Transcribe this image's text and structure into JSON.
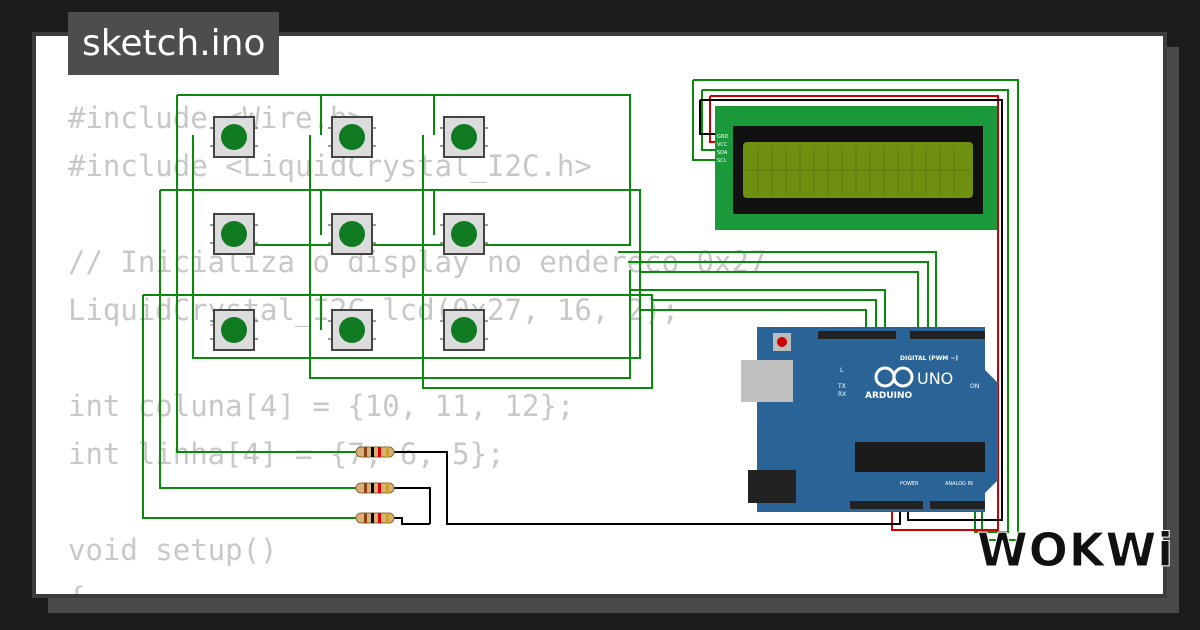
{
  "title": "sketch.ino",
  "code_lines": [
    "#include <Wire.h>",
    "#include <LiquidCrystal_I2C.h>",
    "",
    "// Inicializa o display no endereco 0x27",
    "LiquidCrystal_I2C lcd(0x27, 16, 2);",
    "",
    "int coluna[4] = {10, 11, 12};",
    "int linha[4] = {7, 6, 5};",
    "",
    "void setup()",
    "{"
  ],
  "arduino": {
    "model": "UNO",
    "brand": "ARDUINO",
    "digital_label": "DIGITAL (PWM ~)",
    "power_label": "POWER",
    "analog_label": "ANALOG IN",
    "on_label": "ON",
    "l_label": "L",
    "tx_label": "TX",
    "rx_label": "RX"
  },
  "lcd_pins": [
    "GND",
    "VCC",
    "SDA",
    "SCL"
  ],
  "logo": "WOKWi",
  "colors": {
    "wire_green": "#0a8a0a",
    "wire_black": "#000000",
    "wire_red": "#d00000",
    "board_blue": "#2a6496",
    "lcd_green": "#1a9a3a",
    "lcd_screen": "#6f8f10",
    "button_green": "#0f7a1f"
  }
}
